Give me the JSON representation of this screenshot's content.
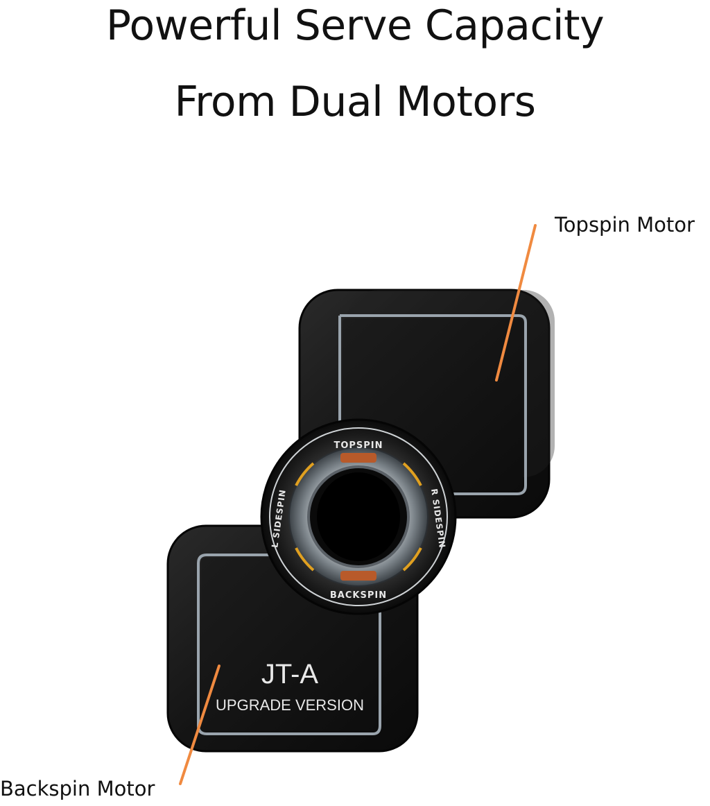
{
  "headline": {
    "line1": "Powerful Serve Capacity",
    "line2": "From Dual Motors"
  },
  "callouts": {
    "topspin_motor": "Topspin Motor",
    "backspin_motor": "Backspin Motor"
  },
  "product": {
    "model": "JT-A",
    "edition": "UPGRADE VERSION",
    "ring_labels": {
      "top": "TOPSPIN",
      "bottom": "BACKSPIN",
      "left": "L SIDESPIN",
      "right": "R SIDESPIN"
    }
  },
  "colors": {
    "leader_line": "#f08a40",
    "housing": "#161616",
    "trim": "#9aa4ad",
    "marker": "#b85a2a",
    "arrow": "#e0a020"
  }
}
